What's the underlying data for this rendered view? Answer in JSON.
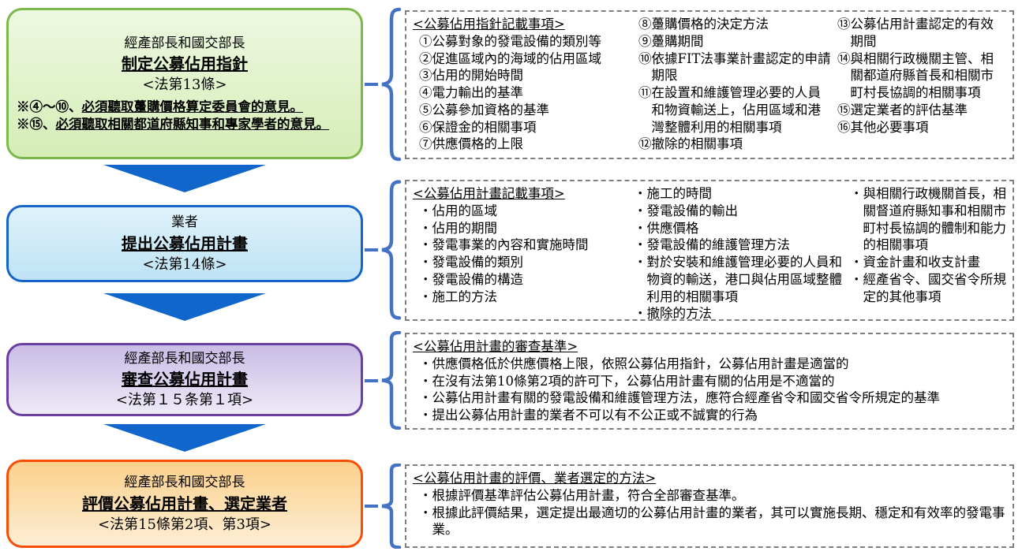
{
  "palette": {
    "arrow_blue": "#1166cc",
    "brace_blue": "#4472c4",
    "dashed_border_gray": "#808080",
    "step1_border_green": "#7cb84c",
    "step1_fill": "#d5edb7",
    "step2_border_blue": "#1565c8",
    "step2_fill": "#bfe3f5",
    "step3_border_purple": "#6b3fa0",
    "step3_fill": "#c9bce6",
    "step4_border_orange": "#f84f08",
    "step4_fill": "#fbd08c"
  },
  "steps": [
    {
      "actor": "經產部長和國交部長",
      "action": "制定公募佔用指針",
      "law": "<法第13條>",
      "notes": [
        {
          "prefix": "※④～⑩、",
          "text": "必須聽取躉購價格算定委員會的意見。"
        },
        {
          "prefix": "※⑮、",
          "text": "必須聽取相關都道府縣知事和專家學者的意見。"
        }
      ],
      "detail": {
        "heading": "<公募佔用指針記載事項>",
        "columns": [
          {
            "items": [
              "①公募對象的發電設備的類別等",
              "②促進區域內的海域的佔用區域",
              "③佔用的開始時間",
              "④電力輸出的基準",
              "⑤公募參加資格的基準",
              "⑥保證金的相關事項",
              "⑦供應價格的上限"
            ]
          },
          {
            "items": [
              "⑧躉購價格的決定方法",
              "⑨躉購期間",
              "⑩依據FIT法事業計畫認定的申請期限",
              "⑪在設置和維護管理必要的人員和物資輸送上，佔用區域和港灣整體利用的相關事項",
              "⑫撤除的相關事項"
            ]
          },
          {
            "items": [
              "⑬公募佔用計畫認定的有效期間",
              "⑭與相關行政機關主管、相關都道府縣首長和相關市町村長協調的相關事項",
              "⑮選定業者的評估基準",
              "⑯其他必要事項"
            ]
          }
        ]
      }
    },
    {
      "actor": "業者",
      "action": "提出公募佔用計畫",
      "law": "<法第14條>",
      "detail": {
        "heading": "<公募佔用計畫記載事項>",
        "columns": [
          {
            "items": [
              "・佔用的區域",
              "・佔用的期間",
              "・發電事業的內容和實施時間",
              "・發電設備的類別",
              "・發電設備的構造",
              "・施工的方法"
            ]
          },
          {
            "items": [
              "・施工的時間",
              "・發電設備的輸出",
              "・供應價格",
              "・發電設備的維護管理方法",
              "・對於安裝和維護管理必要的人員和物資的輸送，港口與佔用區域整體利用的相關事項",
              "・撤除的方法"
            ]
          },
          {
            "items": [
              "・與相關行政機關首長，相關督道府縣知事和相關市町村長協調的體制和能力的相關事項",
              "・資金計畫和收支計畫",
              "・經產省令、國交省令所規定的其他事項"
            ]
          }
        ]
      }
    },
    {
      "actor": "經產部長和國交部長",
      "action": "審查公募佔用計畫",
      "law": "<法第１５条第１項>",
      "detail": {
        "heading": "<公募佔用計畫的審查基準>",
        "items": [
          "・供應價格低於供應價格上限，依照公募佔用指針，公募佔用計畫是適當的",
          "・在沒有法第10條第2項的許可下，公募佔用計畫有關的佔用是不適當的",
          "・公募佔用計畫有關的發電設備和維護管理方法，應符合經產省令和國交省令所規定的基準",
          "・提出公募佔用計畫的業者不可以有不公正或不誠實的行為"
        ]
      }
    },
    {
      "actor": "經產部長和國交部長",
      "action": "評價公募佔用計畫、選定業者",
      "law": "<法第15條第2項、第3項>",
      "detail": {
        "heading": "<公募佔用計畫的評價、業者選定的方法>",
        "items": [
          "・根據評價基準評估公募佔用計畫，符合全部審查基準。",
          "・根據此評價結果，選定提出最適切的公募佔用計畫的業者，其可以實施長期、穩定和有效率的發電事業。"
        ]
      }
    }
  ]
}
